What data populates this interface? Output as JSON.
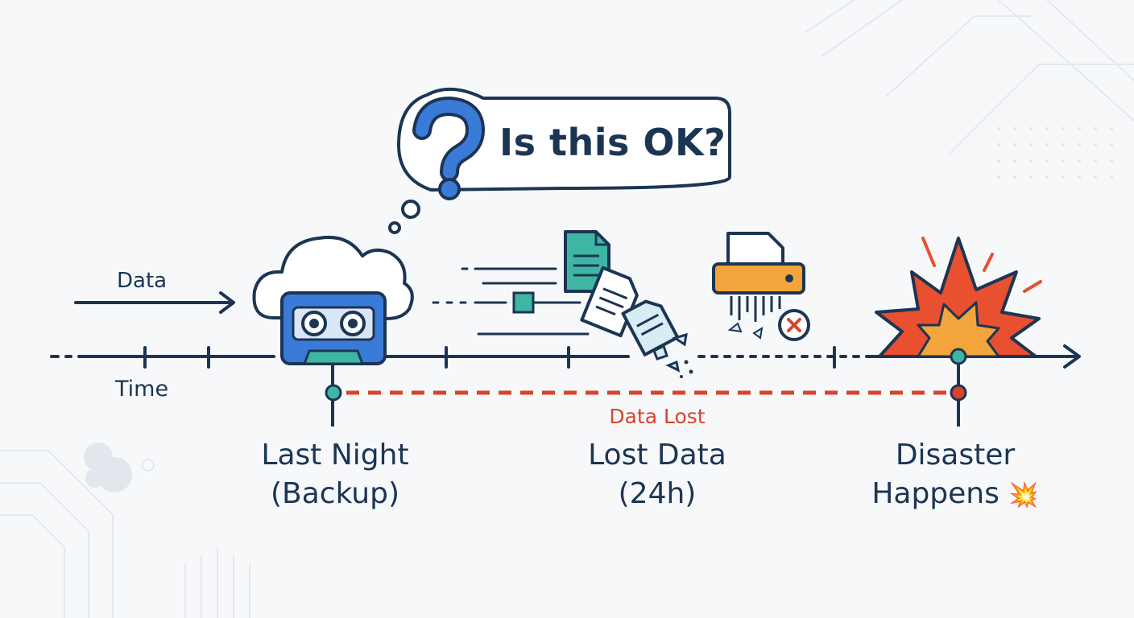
{
  "bubble": {
    "question": "Is this OK?"
  },
  "arrow_labels": {
    "data": "Data",
    "time": "Time"
  },
  "gap_label": "Data Lost",
  "milestones": [
    {
      "line1": "Last Night",
      "line2": "(Backup)"
    },
    {
      "line1": "Lost Data",
      "line2": "(24h)"
    },
    {
      "line1": "Disaster",
      "line2": "Happens",
      "suffix": "💥"
    }
  ],
  "colors": {
    "navy": "#1c3553",
    "blue": "#3b7bd8",
    "teal": "#3fb6a3",
    "red": "#d9432c",
    "orange": "#e8502f",
    "amber": "#f3a43a"
  },
  "icons": [
    "cloud-icon",
    "cassette-tape-icon",
    "document-icon",
    "shredder-icon",
    "explosion-icon",
    "question-mark-icon",
    "error-x-icon"
  ]
}
